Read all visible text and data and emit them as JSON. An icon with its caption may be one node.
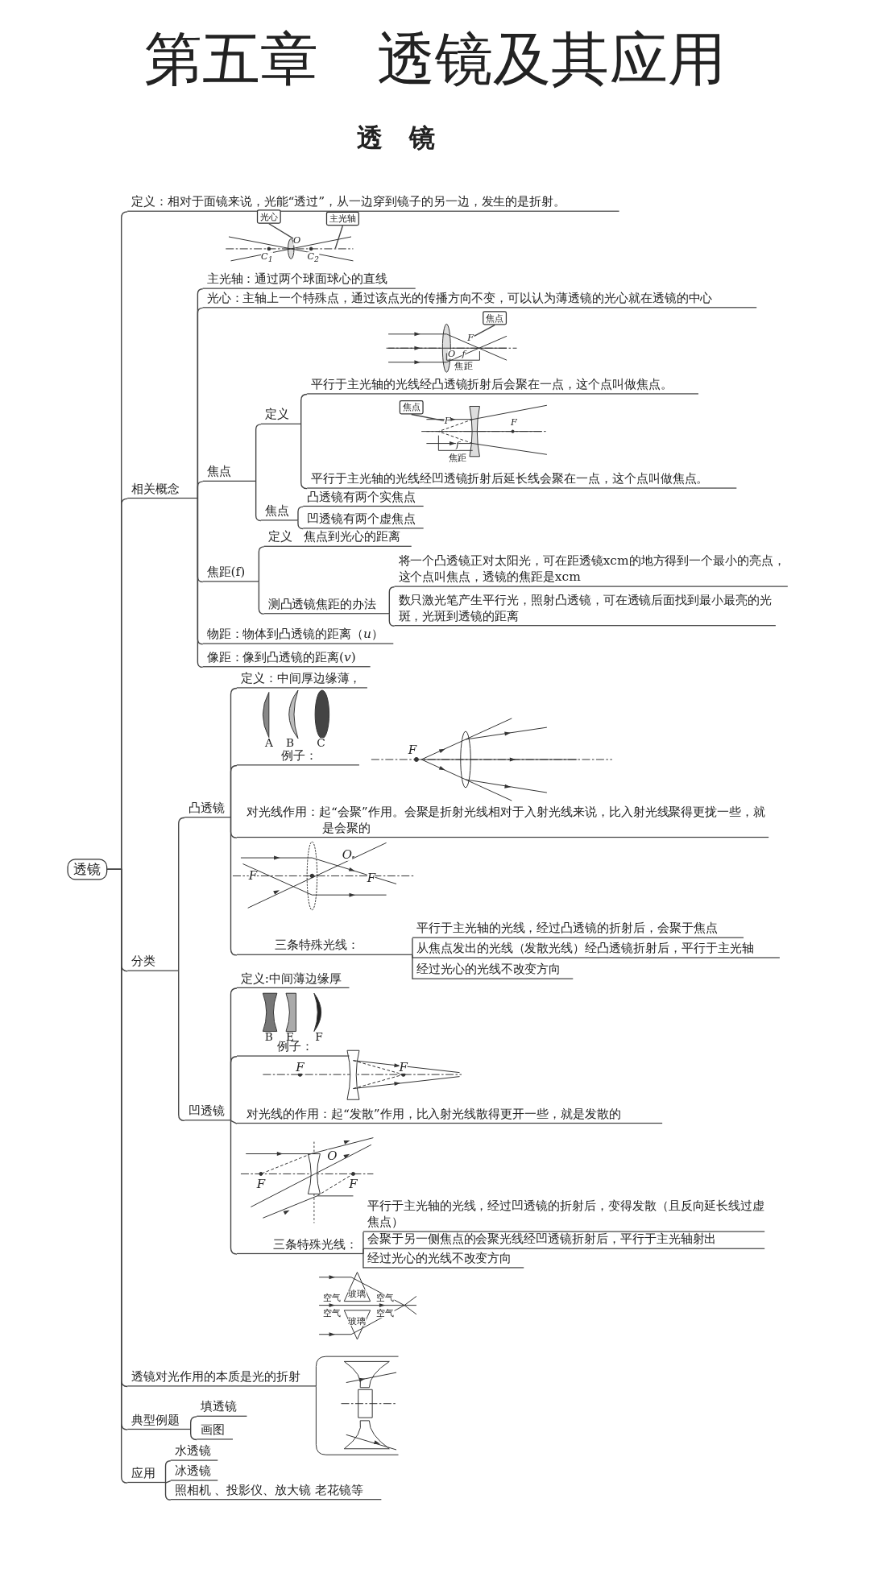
{
  "diagram": {
    "title": "第五章　透镜及其应用",
    "nodes": [
      {
        "text": [
          "透镜"
        ]
      },
      {
        "text": [
          "定义：相对于面镜来说，光能“透过”，从一边穿到镜子的另一边，发生的是折射。"
        ]
      },
      {
        "text": [
          "相关概念"
        ]
      },
      {
        "text": [
          "分类"
        ]
      },
      {
        "text": [
          "透镜对光作用的本质是光的折射"
        ]
      },
      {
        "text": [
          "典型例题"
        ]
      },
      {
        "text": [
          "应用"
        ]
      },
      {
        "text": [
          "主光轴：通过两个球面球心的直线"
        ]
      },
      {
        "text": [
          "光心：主轴上一个特殊点，通过该点光的传播方向不变，可以认为薄透镜的光心就在透镜的中心"
        ]
      },
      {
        "text": [
          "焦点"
        ]
      },
      {
        "text": [
          "定义"
        ]
      },
      {
        "text": [
          "平行于主光轴的光线经凸透镜折射后会聚在一点，这个点叫做焦点。"
        ]
      },
      {
        "text": [
          "平行于主光轴的光线经凹透镜折射后延长线会聚在一点，这个点叫做焦点。"
        ]
      },
      {
        "text": [
          "焦点"
        ]
      },
      {
        "text": [
          "凸透镜有两个实焦点"
        ]
      },
      {
        "text": [
          "凹透镜有两个虚焦点"
        ]
      },
      {
        "text": [
          "焦距(f)"
        ]
      },
      {
        "text": [
          "定义　焦点到光心的距离"
        ]
      },
      {
        "text": [
          "测凸透镜焦距的办法"
        ]
      },
      {
        "text": [
          "将一个凸透镜正对太阳光，可在距透镜xcm的地方得到一个最小的亮点，这个点叫焦点，透镜的焦距是xcm"
        ]
      },
      {
        "text": [
          "数只激光笔产生平行光，照射凸透镜，可在透镜后面找到最小最亮的光斑，光斑到透镜的距离"
        ]
      },
      {
        "text": [
          "物距：物体到凸透镜的距离（*u*）"
        ]
      },
      {
        "text": [
          "像距：像到凸透镜的距离(*v*)"
        ]
      },
      {
        "text": [
          "凸透镜"
        ]
      },
      {
        "text": [
          "定义：中间厚边缘薄，"
        ]
      },
      {
        "text": [
          "例子："
        ]
      },
      {
        "text": [
          "对光线作用：起“会聚”作用。会聚是折射光线相对于入射光线来说，比入射光线聚得更拢一些，就是会聚的"
        ]
      },
      {
        "text": [
          "三条特殊光线："
        ]
      },
      {
        "text": [
          "平行于主光轴的光线，经过凸透镜的折射后，会聚于焦点"
        ]
      },
      {
        "text": [
          "从焦点发出的光线（发散光线）经凸透镜折射后，平行于主光轴"
        ]
      },
      {
        "text": [
          "经过光心的光线不改变方向"
        ]
      },
      {
        "text": [
          "凹透镜"
        ]
      },
      {
        "text": [
          "定义:中间薄边缘厚"
        ]
      },
      {
        "text": [
          "例子："
        ]
      },
      {
        "text": [
          "对光线的作用：起“发散”作用，比入射光线散得更开一些，就是发散的"
        ]
      },
      {
        "text": [
          "三条特殊光线："
        ]
      },
      {
        "text": [
          "平行于主光轴的光线，经过凹透镜的折射后，变得发散（且反向延长线过虚焦点）"
        ]
      },
      {
        "text": [
          "会聚于另一侧焦点的会聚光线经凹透镜折射后，平行于主光轴射出"
        ]
      },
      {
        "text": [
          "经过光心的光线不改变方向"
        ]
      },
      {
        "text": [
          "填透镜"
        ]
      },
      {
        "text": [
          "画图"
        ]
      },
      {
        "text": [
          "水透镜"
        ]
      },
      {
        "text": [
          "冰透镜"
        ]
      },
      {
        "text": [
          "照相机 、投影仪、放大镜 老花镜等"
        ]
      },
      {
        "text": [
          "光心"
        ]
      },
      {
        "text": [
          "主光轴"
        ]
      },
      {
        "text": [
          "焦点"
        ]
      },
      {
        "text": [
          "焦点"
        ]
      },
      {
        "text": [
          "O"
        ]
      },
      {
        "text": [
          "F"
        ]
      },
      {
        "text": [
          "F"
        ]
      },
      {
        "text": [],
        "shape": "line"
      }
    ],
    "edges": [
      {
        "from": 0,
        "to": 1,
        "arrow": "none"
      },
      {
        "from": 0,
        "to": 2,
        "arrow": "none"
      },
      {
        "from": 0,
        "to": 3,
        "arrow": "none"
      },
      {
        "from": 0,
        "to": 4,
        "arrow": "none"
      },
      {
        "from": 0,
        "to": 5,
        "arrow": "none"
      },
      {
        "from": 0,
        "to": 6,
        "arrow": "none"
      },
      {
        "from": 2,
        "to": 7,
        "arrow": "none"
      },
      {
        "from": 2,
        "to": 8,
        "arrow": "none"
      },
      {
        "from": 2,
        "to": 9,
        "arrow": "none"
      },
      {
        "from": 2,
        "to": 16,
        "arrow": "none"
      },
      {
        "from": 2,
        "to": 21,
        "arrow": "none"
      },
      {
        "from": 2,
        "to": 22,
        "arrow": "none"
      },
      {
        "from": 9,
        "to": 10,
        "arrow": "none"
      },
      {
        "from": 9,
        "to": 13,
        "arrow": "none"
      },
      {
        "from": 10,
        "to": 11,
        "arrow": "none"
      },
      {
        "from": 10,
        "to": 12,
        "arrow": "none"
      },
      {
        "from": 13,
        "to": 14,
        "arrow": "none"
      },
      {
        "from": 13,
        "to": 15,
        "arrow": "none"
      },
      {
        "from": 16,
        "to": 17,
        "arrow": "none"
      },
      {
        "from": 16,
        "to": 18,
        "arrow": "none"
      },
      {
        "from": 18,
        "to": 19,
        "arrow": "none"
      },
      {
        "from": 18,
        "to": 20,
        "arrow": "none"
      },
      {
        "from": 3,
        "to": 23,
        "arrow": "none"
      },
      {
        "from": 3,
        "to": 31,
        "arrow": "none"
      },
      {
        "from": 23,
        "to": 24,
        "arrow": "none"
      },
      {
        "from": 23,
        "to": 25,
        "arrow": "none"
      },
      {
        "from": 23,
        "to": 26,
        "arrow": "none"
      },
      {
        "from": 23,
        "to": 27,
        "arrow": "none"
      },
      {
        "from": 27,
        "to": 28,
        "arrow": "none"
      },
      {
        "from": 27,
        "to": 29,
        "arrow": "none"
      },
      {
        "from": 27,
        "to": 30,
        "arrow": "none"
      },
      {
        "from": 31,
        "to": 32,
        "arrow": "none"
      },
      {
        "from": 31,
        "to": 33,
        "arrow": "none"
      },
      {
        "from": 31,
        "to": 34,
        "arrow": "none"
      },
      {
        "from": 31,
        "to": 35,
        "arrow": "none"
      },
      {
        "from": 35,
        "to": 36,
        "arrow": "none"
      },
      {
        "from": 35,
        "to": 37,
        "arrow": "none"
      },
      {
        "from": 35,
        "to": 38,
        "arrow": "none"
      },
      {
        "from": 5,
        "to": 39,
        "arrow": "none"
      },
      {
        "from": 5,
        "to": 40,
        "arrow": "none"
      },
      {
        "from": 6,
        "to": 41,
        "arrow": "none"
      },
      {
        "from": 6,
        "to": 42,
        "arrow": "none"
      },
      {
        "from": 6,
        "to": 43,
        "arrow": "none"
      },
      {
        "from": 44,
        "to": 48,
        "arrow": "none"
      },
      {
        "from": 45,
        "to": 51,
        "arrow": "none"
      },
      {
        "from": 46,
        "to": 49,
        "arrow": "none"
      },
      {
        "from": 47,
        "to": 50,
        "arrow": "none"
      }
    ],
    "labels": [
      "透　镜",
      "C$_{1}$",
      "C$_{2}$",
      "O",
      "f",
      "焦距",
      "F",
      "f",
      "焦距",
      "A",
      "B",
      "C",
      "F",
      "O",
      "F",
      "F",
      "B",
      "E",
      "F",
      "F",
      "F",
      "O",
      "F",
      "F",
      "玻璃",
      "空气",
      "空气",
      "空气",
      "空气",
      "玻璃"
    ]
  }
}
